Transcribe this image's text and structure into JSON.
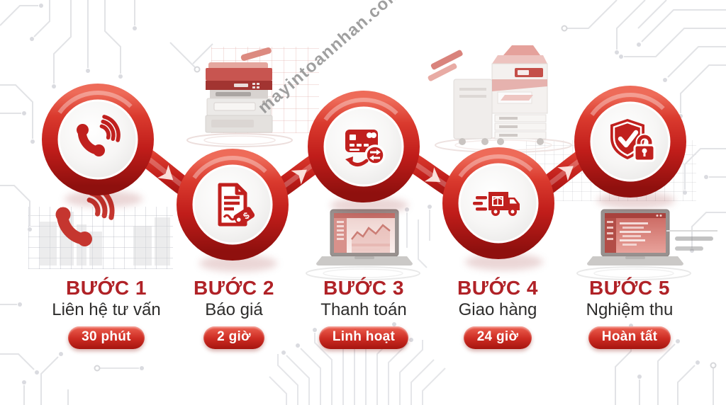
{
  "page": {
    "type": "process-infographic",
    "language": "vi"
  },
  "watermark": {
    "text": "mayintoannhan.com"
  },
  "colors": {
    "ribbon_red": "#c8231f",
    "icon_red": "#c0201e",
    "step_label_red": "#b02227",
    "title_text": "#2d2c2b",
    "badge_top": "#ed6050",
    "badge_bottom": "#a5150f",
    "watermark_gray": "#8f8f8f"
  },
  "icons": {
    "price_tag_symbol": "$"
  },
  "steps": [
    {
      "label": "BƯỚC 1",
      "title": "Liên hệ tư vấn",
      "badge": "30 phút",
      "icon": "phone-call-icon"
    },
    {
      "label": "BƯỚC 2",
      "title": "Báo giá",
      "badge": "2 giờ",
      "icon": "quote-document-icon"
    },
    {
      "label": "BƯỚC 3",
      "title": "Thanh toán",
      "badge": "Linh hoạt",
      "icon": "payment-exchange-icon"
    },
    {
      "label": "BƯỚC 4",
      "title": "Giao hàng",
      "badge": "24 giờ",
      "icon": "delivery-truck-icon"
    },
    {
      "label": "BƯỚC 5",
      "title": "Nghiệm thu",
      "badge": "Hoàn tất",
      "icon": "shield-check-lock-icon"
    }
  ],
  "decorations": {
    "items": [
      "laser-printer",
      "office-copier",
      "analytics-laptop",
      "code-laptop",
      "phone-handset",
      "city-skyline",
      "circuit-traces"
    ]
  }
}
